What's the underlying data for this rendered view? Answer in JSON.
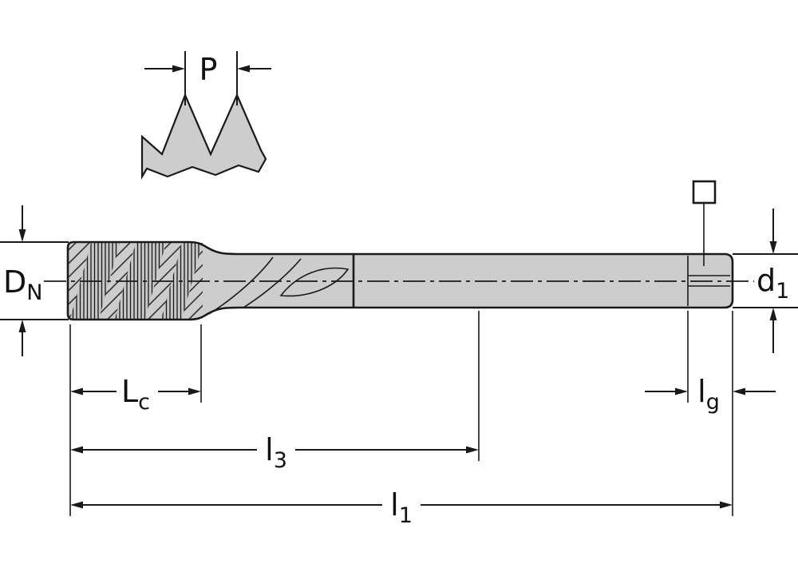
{
  "labels": {
    "pitch": {
      "main": "P",
      "sub": ""
    },
    "nominal_diameter": {
      "main": "D",
      "sub": "N"
    },
    "shank_diameter": {
      "main": "d",
      "sub": "1"
    },
    "thread_length": {
      "main": "L",
      "sub": "c"
    },
    "length_to_flute_end": {
      "main": "l",
      "sub": "3"
    },
    "overall_length": {
      "main": "l",
      "sub": "1"
    },
    "square_length": {
      "main": "l",
      "sub": "g"
    }
  },
  "colors": {
    "body_fill": "#cdcdcd",
    "band_fill": "#c7c7c7",
    "line": "#1a1a1a",
    "background": "#ffffff"
  }
}
